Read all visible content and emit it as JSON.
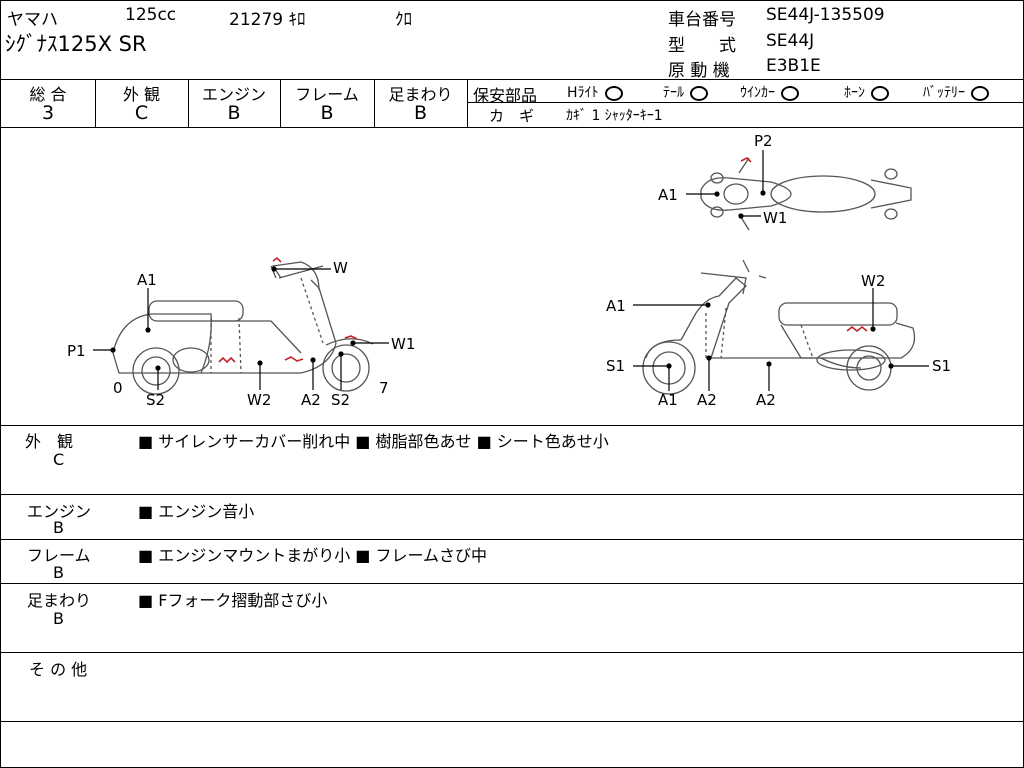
{
  "header": {
    "maker": "ヤマハ",
    "displacement": "125cc",
    "mileage": "21279 ｷﾛ",
    "color": "ｸﾛ",
    "model_name": "ｼｸﾞﾅｽ125X SR",
    "frame_no_label": "車台番号",
    "frame_no": "SE44J-135509",
    "type_label": "型　　式",
    "type": "SE44J",
    "engine_label": "原 動 機",
    "engine": "E3B1E"
  },
  "grades": [
    {
      "label": "総 合",
      "value": "3"
    },
    {
      "label": "外 観",
      "value": "C"
    },
    {
      "label": "エンジン",
      "value": "B"
    },
    {
      "label": "フレーム",
      "value": "B"
    },
    {
      "label": "足まわり",
      "value": "B"
    }
  ],
  "safety": {
    "label": "保安部品",
    "items": [
      {
        "name": "Hﾗｲﾄ"
      },
      {
        "name": "ﾃｰﾙ"
      },
      {
        "name": "ｳｲﾝｶｰ"
      },
      {
        "name": "ﾎｰﾝ"
      },
      {
        "name": "ﾊﾞｯﾃﾘｰ"
      }
    ]
  },
  "keys": {
    "label": "カ　ギ",
    "value": "ｶｷﾞ 1 ｼｬｯﾀｰｷｰ1"
  },
  "diagram": {
    "left_labels": [
      "A1",
      "W",
      "P1",
      "W1",
      "0",
      "S2",
      "W2",
      "A2",
      "S2",
      "7"
    ],
    "top_labels": [
      "P2",
      "A1",
      "W1"
    ],
    "right_labels": [
      "W2",
      "A1",
      "S1",
      "S1",
      "A1",
      "A2",
      "A2"
    ]
  },
  "sections": [
    {
      "title": "外　観",
      "grade": "C",
      "text": "■ サイレンサーカバー削れ中 ■ 樹脂部色あせ ■ シート色あせ小"
    },
    {
      "title": "エンジン",
      "grade": "B",
      "text": "■ エンジン音小"
    },
    {
      "title": "フレーム",
      "grade": "B",
      "text": "■ エンジンマウントまがり小 ■ フレームさび中"
    },
    {
      "title": "足まわり",
      "grade": "B",
      "text": "■ Fフォーク摺動部さび小"
    },
    {
      "title": "そ の 他",
      "grade": "",
      "text": ""
    }
  ]
}
